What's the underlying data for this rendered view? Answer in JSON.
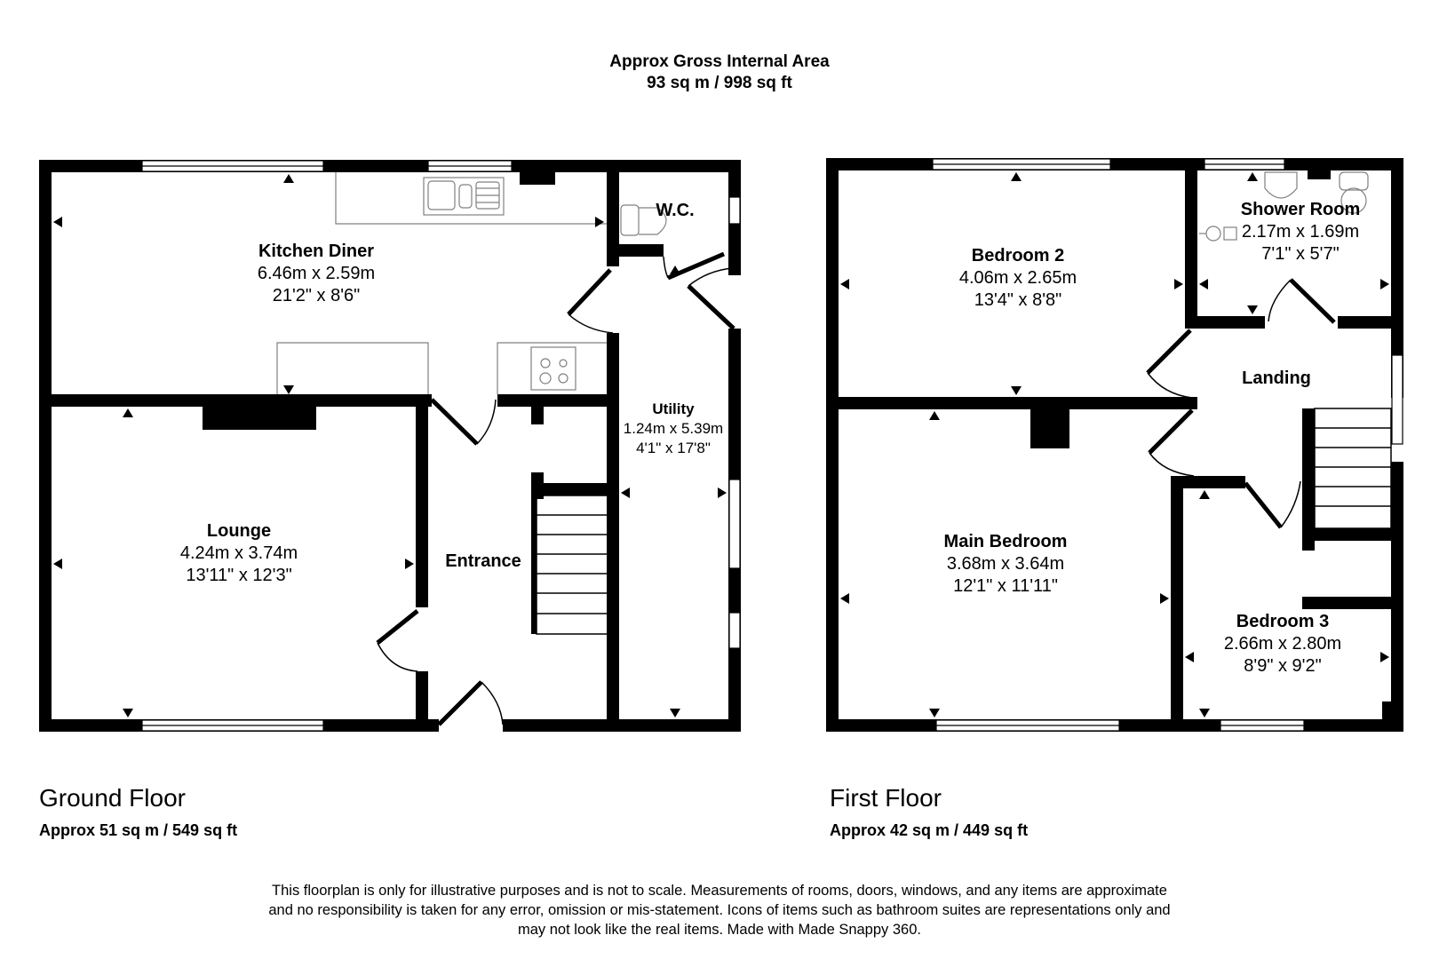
{
  "header": {
    "title": "Approx Gross Internal Area",
    "total_area": "93 sq m / 998 sq ft"
  },
  "floors": {
    "ground": {
      "title": "Ground Floor",
      "area": "Approx 51 sq m / 549 sq ft",
      "rooms": {
        "kitchen": {
          "name": "Kitchen Diner",
          "metric": "6.46m x 2.59m",
          "imperial": "21'2\" x 8'6\""
        },
        "wc": {
          "name": "W.C."
        },
        "lounge": {
          "name": "Lounge",
          "metric": "4.24m x 3.74m",
          "imperial": "13'11\" x 12'3\""
        },
        "entrance": {
          "name": "Entrance"
        },
        "utility": {
          "name": "Utility",
          "metric": "1.24m x 5.39m",
          "imperial": "4'1\" x 17'8\""
        }
      }
    },
    "first": {
      "title": "First Floor",
      "area": "Approx 42 sq m / 449 sq ft",
      "rooms": {
        "bedroom2": {
          "name": "Bedroom 2",
          "metric": "4.06m x 2.65m",
          "imperial": "13'4\" x 8'8\""
        },
        "shower": {
          "name": "Shower Room",
          "metric": "2.17m x 1.69m",
          "imperial": "7'1\" x 5'7\""
        },
        "landing": {
          "name": "Landing"
        },
        "main_bedroom": {
          "name": "Main Bedroom",
          "metric": "3.68m x 3.64m",
          "imperial": "12'1\" x 11'11\""
        },
        "bedroom3": {
          "name": "Bedroom 3",
          "metric": "2.66m x 2.80m",
          "imperial": "8'9\" x 9'2\""
        }
      }
    }
  },
  "footer": {
    "disclaimer_line1": "This floorplan is only for illustrative purposes and is not to scale. Measurements of rooms, doors, windows, and any items are approximate",
    "disclaimer_line2": "and no responsibility is taken for any error, omission or mis-statement. Icons of items such as bathroom suites are representations only and",
    "disclaimer_line3": "may not look like the real items. Made with Made Snappy 360."
  },
  "colors": {
    "wall": "#000000",
    "fixture_line": "#808080",
    "background": "#ffffff"
  }
}
